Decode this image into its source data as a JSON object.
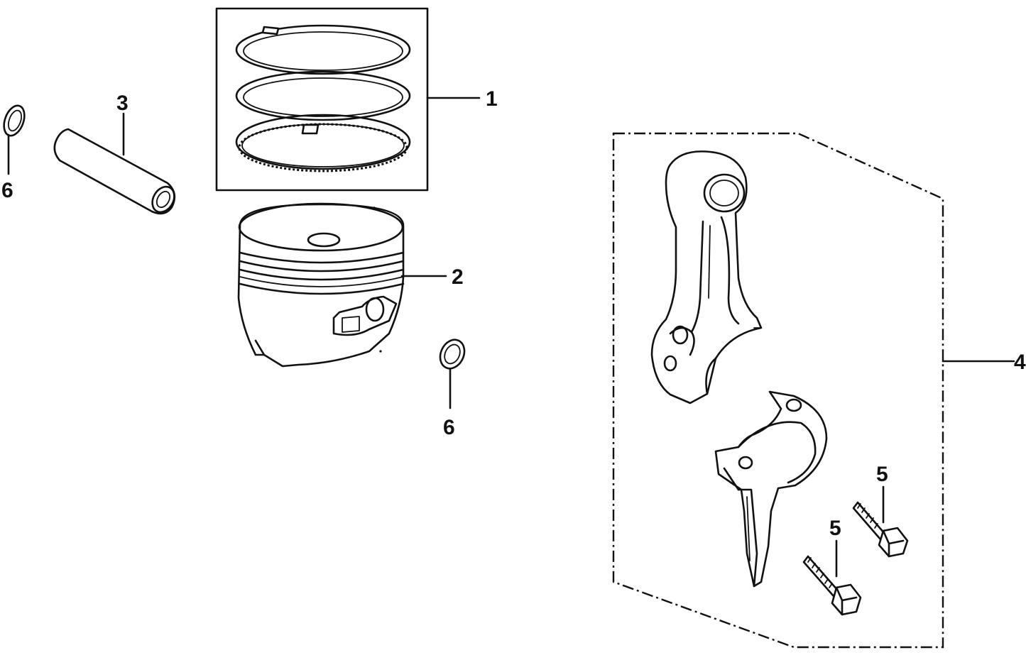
{
  "callouts": {
    "piston_ring_set": "1",
    "piston": "2",
    "piston_pin": "3",
    "connecting_rod_set": "4",
    "rod_bolt_right": "5",
    "rod_bolt_left": "5",
    "pin_clip_left": "6",
    "pin_clip_right": "6"
  },
  "colors": {
    "ink": "#111111",
    "paper": "#ffffff"
  }
}
